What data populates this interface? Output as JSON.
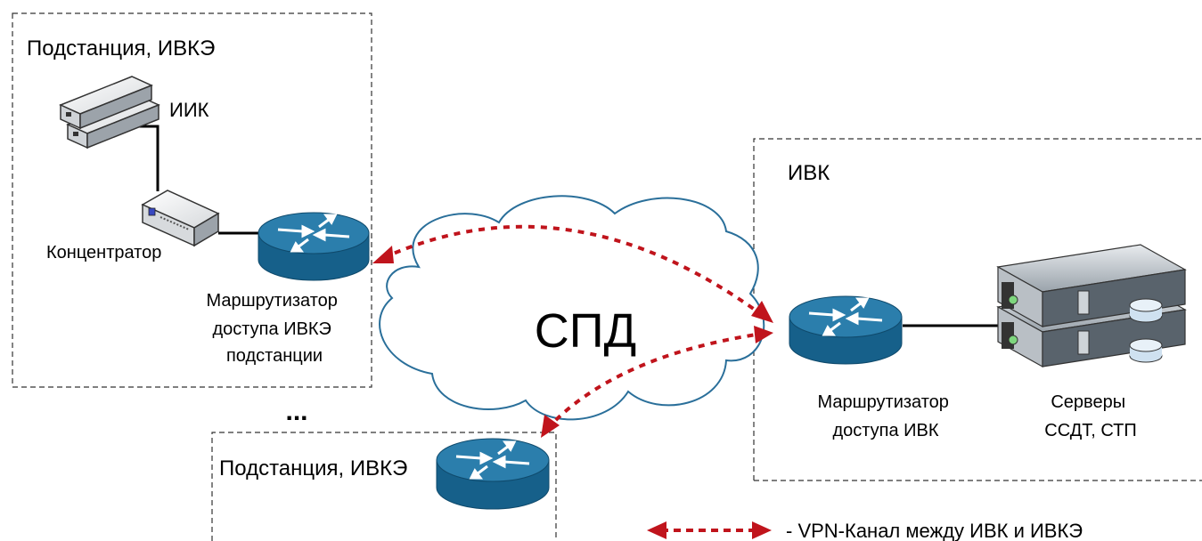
{
  "zones": {
    "substation_main": {
      "label": "Подстанция, ИВКЭ"
    },
    "ivk": {
      "label": "ИВК"
    },
    "substation_second": {
      "label": "Подстанция, ИВКЭ"
    }
  },
  "devices": {
    "iik": {
      "label": "ИИК"
    },
    "concentrator": {
      "label": "Концентратор"
    },
    "router_ivke": {
      "label_lines": [
        "Маршрутизатор",
        "доступа ИВКЭ",
        "подстанции"
      ]
    },
    "router_ivk": {
      "label_lines": [
        "Маршрутизатор",
        "доступа ИВК"
      ]
    },
    "servers": {
      "label_lines": [
        "Серверы",
        "ССДТ, СТП"
      ]
    }
  },
  "network": {
    "cloud_label": "СПД"
  },
  "ellipsis": "...",
  "legend": {
    "text": "- VPN-Канал между ИВК и ИВКЭ"
  },
  "colors": {
    "router_blue": "#1b6f9c",
    "vpn_red": "#c0141c",
    "cloud_stroke": "#2a6f9a",
    "zone_border": "#333333"
  }
}
